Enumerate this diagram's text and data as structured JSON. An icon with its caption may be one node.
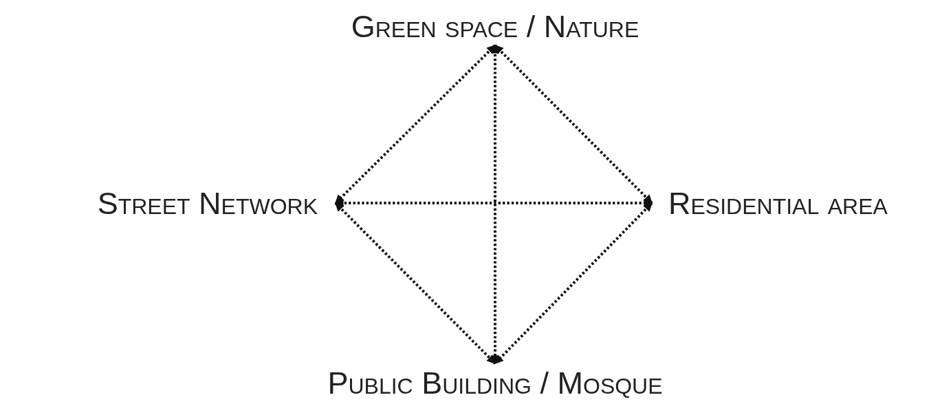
{
  "diagram": {
    "nodes": [
      {
        "text": [
          "Green space / Nature"
        ]
      },
      {
        "text": [
          "Street Network"
        ]
      },
      {
        "text": [
          "Residential area"
        ]
      },
      {
        "text": [
          "Public Building / Mosque"
        ]
      }
    ],
    "edges": [
      {
        "from": 0,
        "to": 1,
        "arrow": "both"
      },
      {
        "from": 0,
        "to": 2,
        "arrow": "both"
      },
      {
        "from": 0,
        "to": 3,
        "arrow": "both"
      },
      {
        "from": 1,
        "to": 2,
        "arrow": "both"
      },
      {
        "from": 1,
        "to": 3,
        "arrow": "both"
      },
      {
        "from": 2,
        "to": 3,
        "arrow": "both"
      }
    ]
  }
}
